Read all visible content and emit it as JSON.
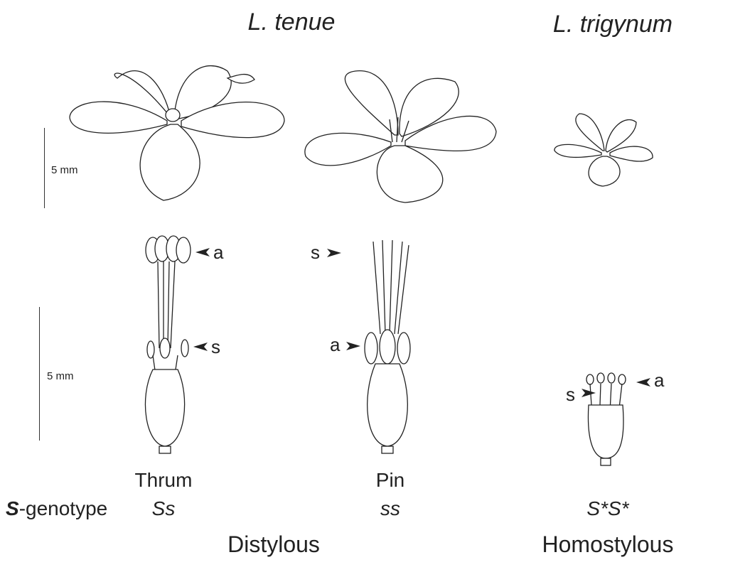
{
  "titles": {
    "species_1": "L. tenue",
    "species_2": "L. trigynum"
  },
  "scale_bars": {
    "flower_scale": "5 mm",
    "organ_scale": "5 mm"
  },
  "markers": {
    "thrum_anther": "a",
    "thrum_stigma": "s",
    "pin_stigma": "s",
    "pin_anther": "a",
    "homo_anther": "a",
    "homo_stigma": "s"
  },
  "morphs": {
    "thrum": "Thrum",
    "pin": "Pin"
  },
  "genotype": {
    "label_prefix": "S",
    "label_suffix": "-genotype",
    "thrum": "Ss",
    "pin": "ss",
    "homostylous": "S*S*"
  },
  "categories": {
    "distylous": "Distylous",
    "homostylous": "Homostylous"
  }
}
